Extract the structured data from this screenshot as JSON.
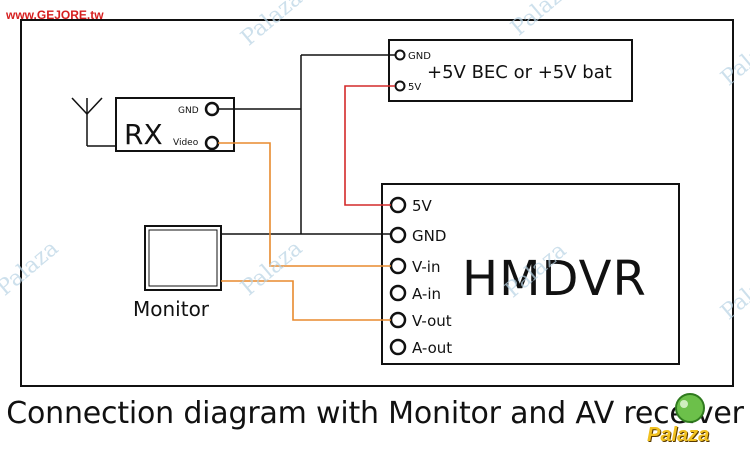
{
  "site_label": "www.GEJORE.tw",
  "watermark": "Palaza",
  "badge_text": "Palaza",
  "caption": "Connection diagram with Monitor and AV receiver",
  "rx": {
    "name": "RX",
    "pin_gnd": "GND",
    "pin_video": "Video"
  },
  "power": {
    "title": "+5V BEC or +5V bat",
    "pin_gnd": "GND",
    "pin_5v": "5V"
  },
  "monitor": {
    "label": "Monitor"
  },
  "hmdvr": {
    "name": "HMDVR",
    "pins": [
      "5V",
      "GND",
      "V-in",
      "A-in",
      "V-out",
      "A-out"
    ]
  },
  "colors": {
    "line": "#111111",
    "power_wire": "#d32a2a",
    "video_wire": "#e88a2e"
  }
}
